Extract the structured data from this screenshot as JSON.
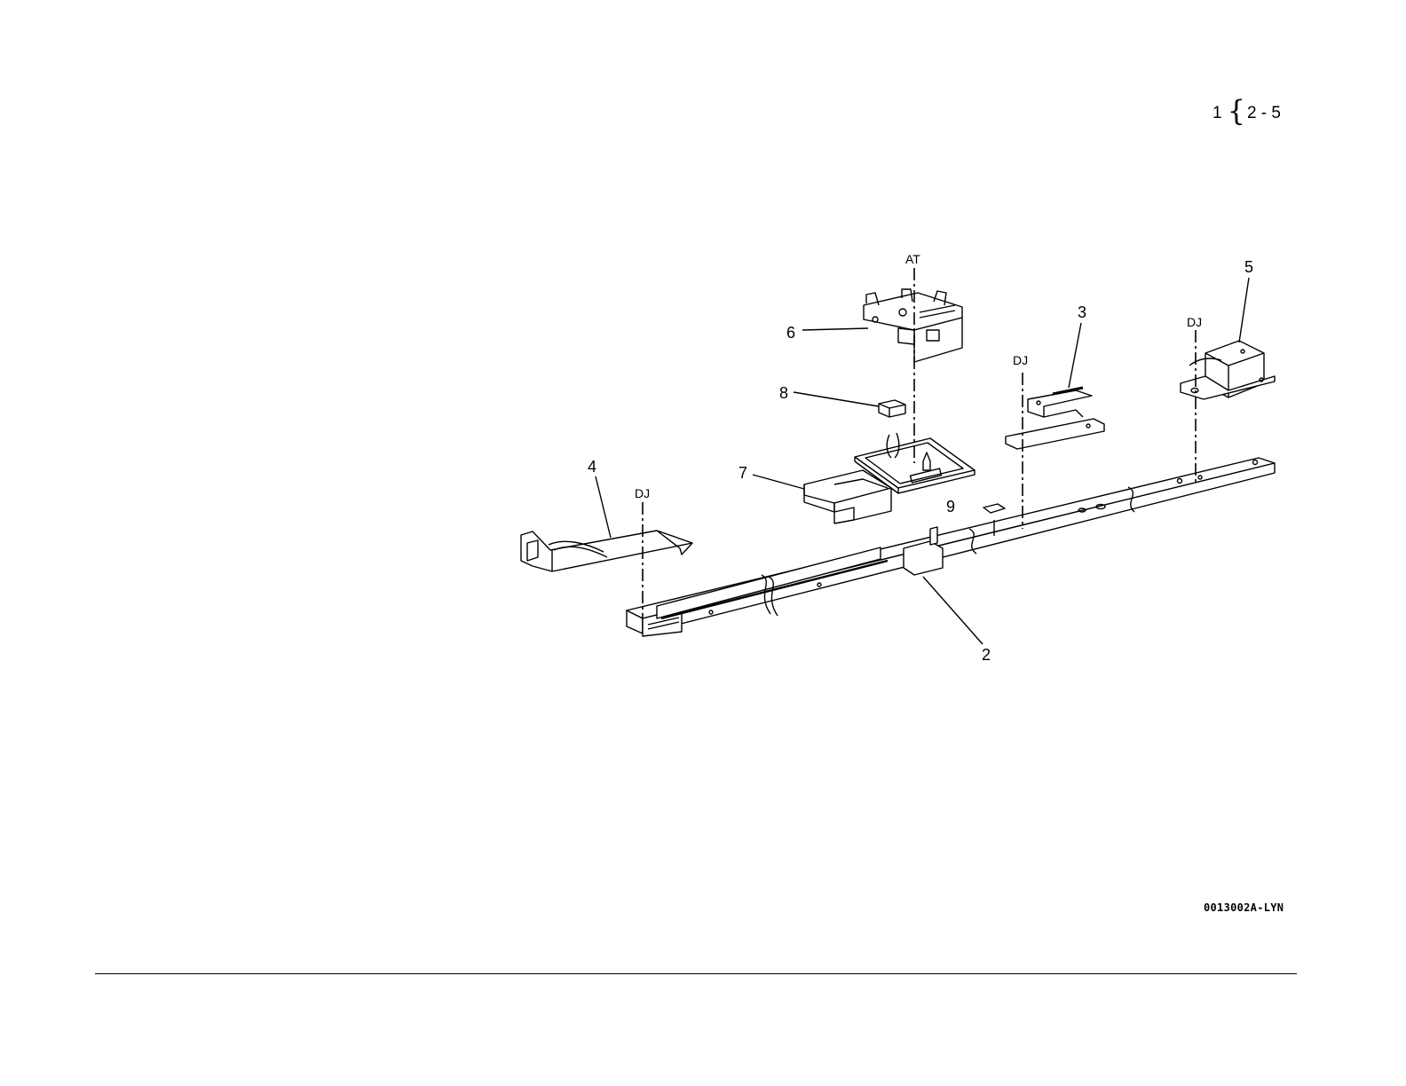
{
  "header": {
    "item_prefix": "1",
    "item_range_start": "2",
    "item_range_separator": "-",
    "item_range_end": "5"
  },
  "diagram": {
    "callouts": {
      "c2": "2",
      "c3": "3",
      "c4": "4",
      "c5": "5",
      "c6": "6",
      "c7": "7",
      "c8": "8",
      "c9": "9"
    },
    "fasteners": {
      "at": "AT",
      "dj_left": "DJ",
      "dj_center": "DJ",
      "dj_right": "DJ"
    }
  },
  "footer": {
    "figure_id": "0013002A-LYN"
  }
}
